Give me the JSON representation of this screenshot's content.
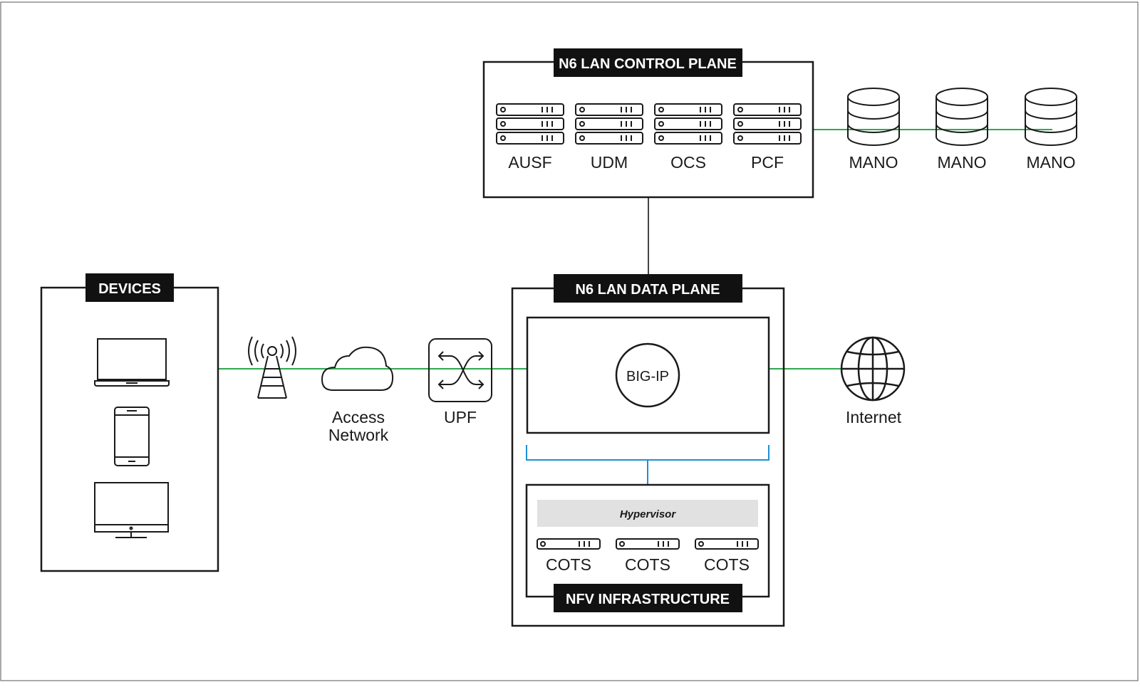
{
  "control_plane": {
    "title": "N6 LAN CONTROL PLANE",
    "servers": [
      "AUSF",
      "UDM",
      "OCS",
      "PCF"
    ]
  },
  "mano": [
    "MANO",
    "MANO",
    "MANO"
  ],
  "devices": {
    "title": "DEVICES"
  },
  "access_network": {
    "line1": "Access",
    "line2": "Network"
  },
  "upf": "UPF",
  "data_plane": {
    "title": "N6 LAN DATA PLANE",
    "big_ip": "BIG-IP",
    "hypervisor": "Hypervisor",
    "cots": [
      "COTS",
      "COTS",
      "COTS"
    ],
    "nfv_title": "NFV INFRASTRUCTURE"
  },
  "internet": "Internet",
  "colors": {
    "link": "#2fa84f",
    "bus": "#1e8fd6",
    "tag_bg": "#111111"
  }
}
